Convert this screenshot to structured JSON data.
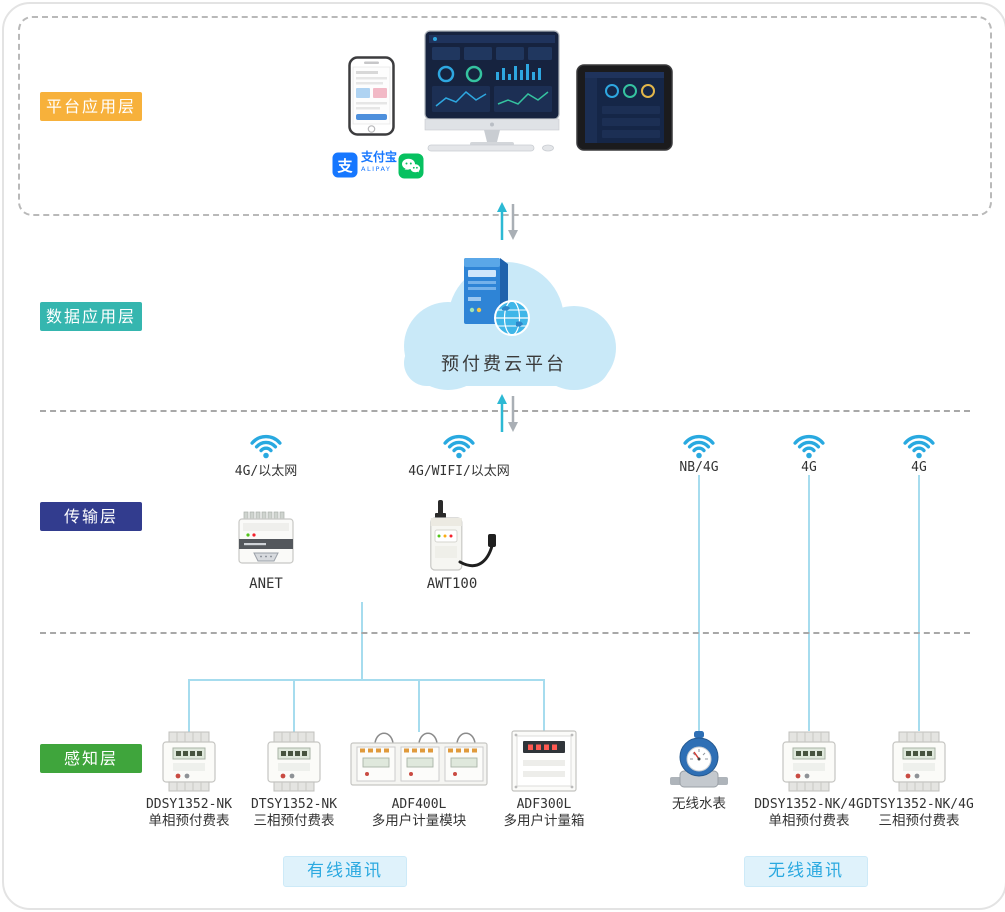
{
  "colors": {
    "platform_layer": "#F7B13B",
    "data_layer": "#35B6AF",
    "transmission_layer": "#323C8E",
    "perception_layer": "#3FA53C",
    "accent_cyan": "#29A9E0",
    "link_line": "#A6DCEE",
    "cloud_fill": "#C9E9F8",
    "badge_bg": "#DFF2FB",
    "badge_text": "#2BA9E0",
    "alipay_blue": "#1677FF",
    "wechat_green": "#07C160"
  },
  "layers": {
    "platform": {
      "label": "平台应用层"
    },
    "data": {
      "label": "数据应用层"
    },
    "transmission": {
      "label": "传输层"
    },
    "perception": {
      "label": "感知层"
    }
  },
  "cloud": {
    "label": "预付费云平台"
  },
  "apps": {
    "alipay_glyph": "支",
    "alipay_name": "支付宝",
    "alipay_sub": "ALIPAY"
  },
  "wifi_nodes": [
    {
      "label": "4G/以太网"
    },
    {
      "label": "4G/WIFI/以太网"
    },
    {
      "label": "NB/4G"
    },
    {
      "label": "4G"
    },
    {
      "label": "4G"
    }
  ],
  "gateways": [
    {
      "name": "ANET"
    },
    {
      "name": "AWT100"
    }
  ],
  "devices": {
    "wired": [
      {
        "model": "DDSY1352-NK",
        "desc": "单相预付费表"
      },
      {
        "model": "DTSY1352-NK",
        "desc": "三相预付费表"
      },
      {
        "model": "ADF400L",
        "desc": "多用户计量模块"
      },
      {
        "model": "ADF300L",
        "desc": "多用户计量箱"
      }
    ],
    "wireless": [
      {
        "model": "无线水表",
        "desc": ""
      },
      {
        "model": "DDSY1352-NK/4G",
        "desc": "单相预付费表"
      },
      {
        "model": "DTSY1352-NK/4G",
        "desc": "三相预付费表"
      }
    ]
  },
  "badges": {
    "wired": "有线通讯",
    "wireless": "无线通讯"
  }
}
